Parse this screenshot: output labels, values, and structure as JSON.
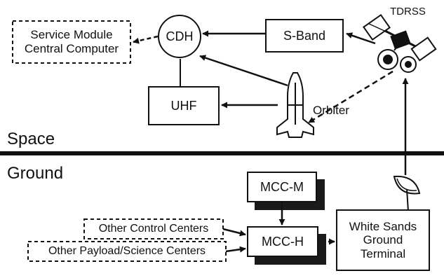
{
  "regions": {
    "space": "Space",
    "ground": "Ground"
  },
  "nodes": {
    "service_module": {
      "line1": "Service Module",
      "line2": "Central Computer"
    },
    "cdh": "CDH",
    "s_band": "S-Band",
    "uhf": "UHF",
    "orbiter": "Orbiter",
    "tdrss": "TDRSS",
    "mcc_m": "MCC-M",
    "mcc_h": "MCC-H",
    "white_sands": {
      "line1": "White Sands",
      "line2": "Ground",
      "line3": "Terminal"
    },
    "other_control": "Other Control Centers",
    "other_payload": "Other Payload/Science Centers"
  },
  "icons": [
    "shuttle-icon",
    "satellite-icon",
    "dish-antenna-icon"
  ],
  "colors": {
    "ink": "#111111",
    "shadow": "#1a1a1a",
    "background": "#ffffff"
  }
}
